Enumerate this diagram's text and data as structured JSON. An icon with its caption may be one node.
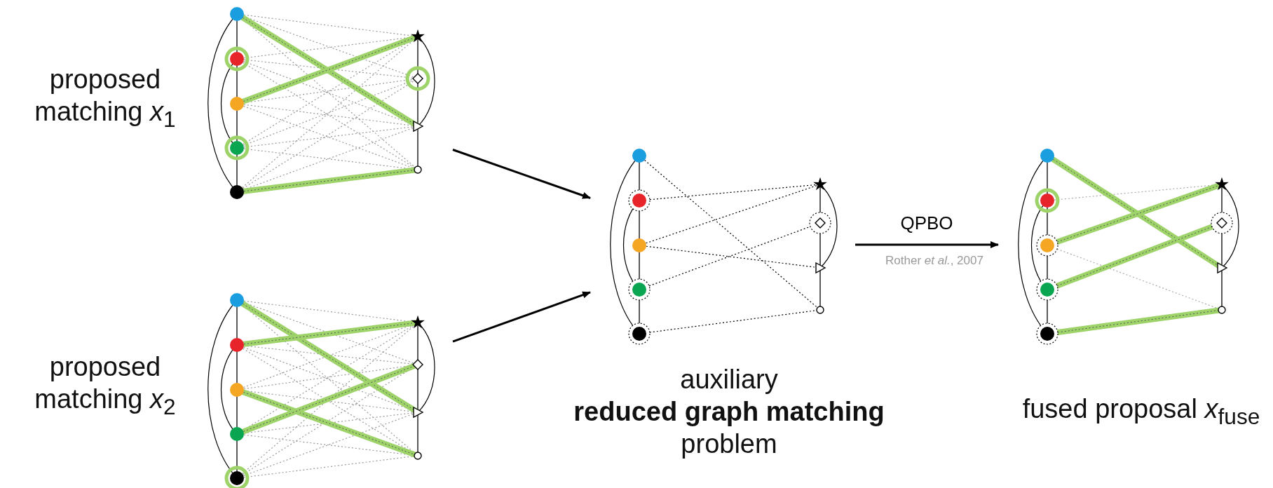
{
  "diagram": {
    "nodes": [
      {
        "text": [],
        "shape": "picture",
        "beside": [
          "proposed matching *x*$_{1}$"
        ]
      },
      {
        "text": [],
        "shape": "picture",
        "beside": [
          "proposed matching *x*$_{2}$"
        ]
      },
      {
        "text": [],
        "shape": "picture",
        "beside": [
          "auxiliary **reduced graph matching** problem"
        ]
      },
      {
        "text": [],
        "shape": "picture",
        "beside": [
          "fused proposal *x*$_{fuse}$"
        ]
      }
    ],
    "edges": [
      {
        "from": 0,
        "to": 2,
        "arrow": "to"
      },
      {
        "from": 1,
        "to": 2,
        "arrow": "to"
      },
      {
        "from": 2,
        "to": 3,
        "arrow": "to",
        "label": "QPBO"
      }
    ],
    "labels": [
      "Rother *et al.*, 2007"
    ]
  }
}
